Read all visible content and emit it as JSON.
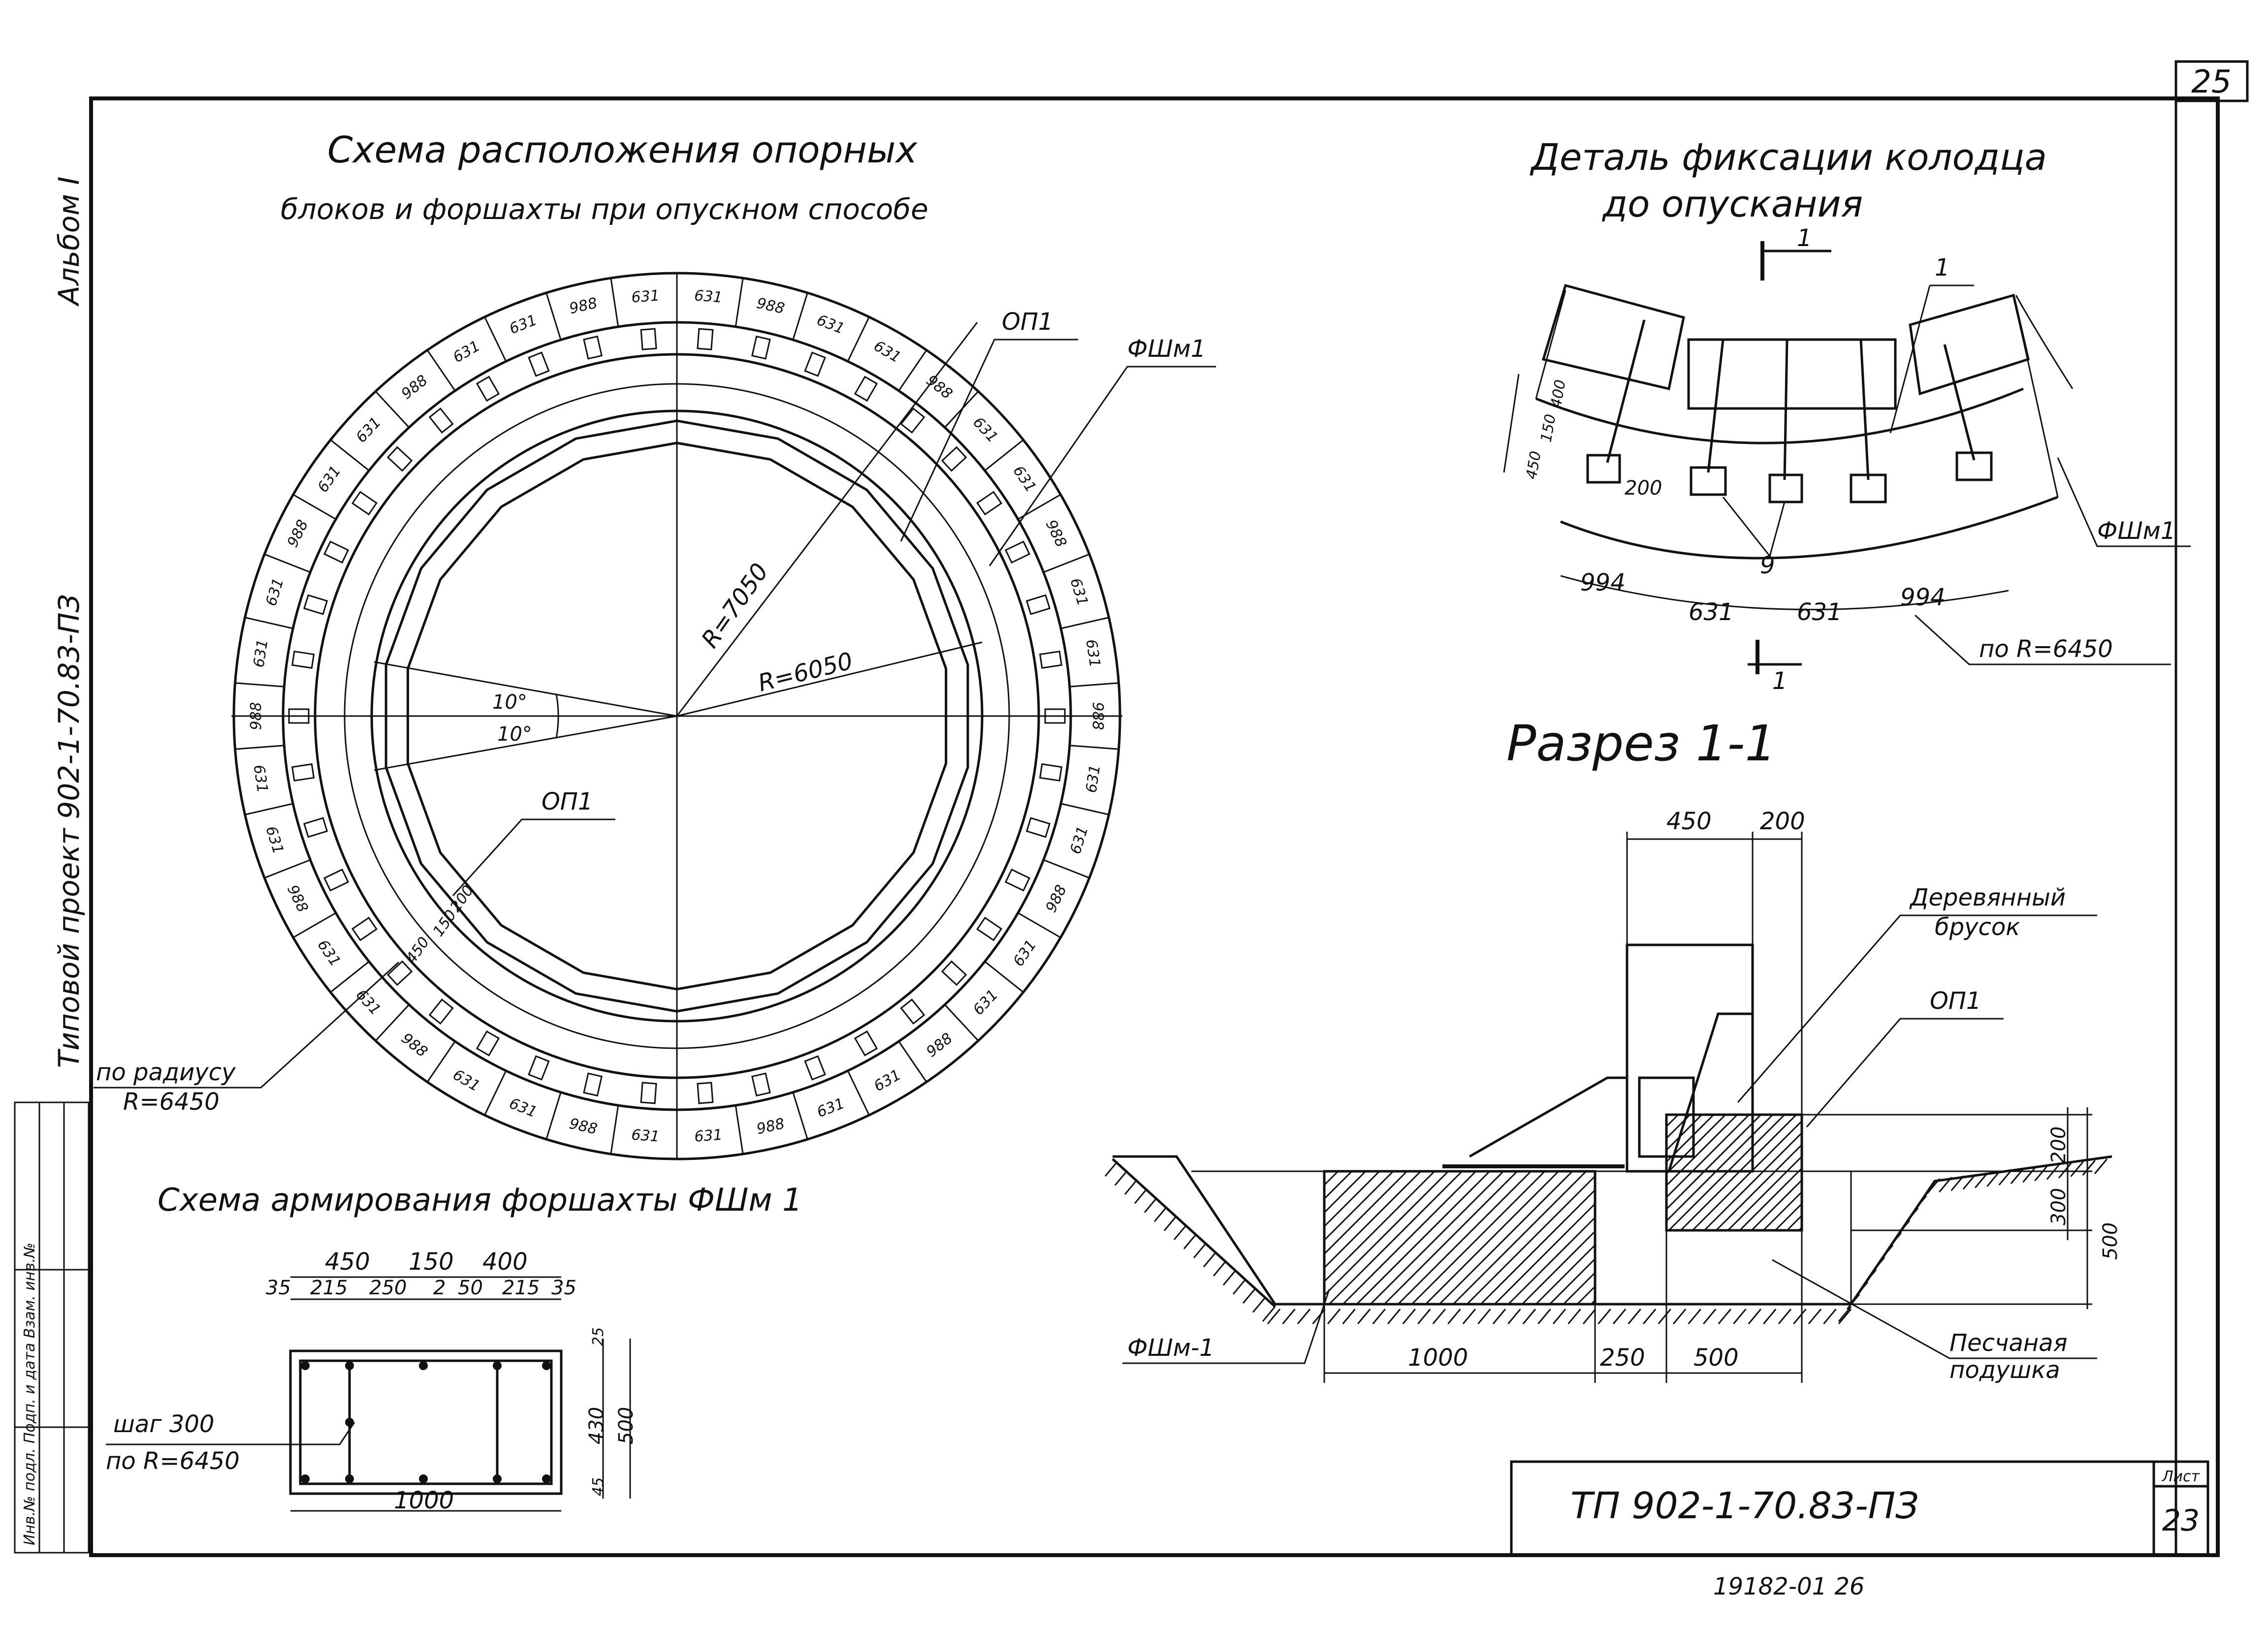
{
  "sheet_number_top": "25",
  "album_label": "Альбом I",
  "project_label": "Типовой проект 902-1-70.83-ПЗ",
  "plan_title_line1": "Схема расположения опорных",
  "plan_title_line2": "блоков и форшахты при опускном способе",
  "plan_labels": {
    "op1_top": "ОП1",
    "fshm1": "ФШм1",
    "r_outer": "R=7050",
    "r_inner": "R=6050",
    "angle_a": "10°",
    "angle_b": "10°",
    "op1_mid": "ОП1",
    "dim_200": "200",
    "dim_150": "150",
    "dim_450": "450",
    "by_radius": "по радиусу",
    "r_6450": "R=6450"
  },
  "ring_spacing_labels": [
    "631",
    "988",
    "631",
    "631",
    "988",
    "631",
    "631",
    "988",
    "631",
    "631",
    "988",
    "631",
    "631",
    "988",
    "631",
    "631",
    "988",
    "631",
    "631",
    "988",
    "631",
    "631",
    "988",
    "631",
    "631",
    "988",
    "631",
    "631",
    "988",
    "631",
    "631",
    "988",
    "631",
    "631",
    "988",
    "631",
    "631",
    "988",
    "631",
    "631",
    "988",
    "631"
  ],
  "detail_title_line1": "Деталь фиксации колодца",
  "detail_title_line2": "до опускания",
  "detail_labels": {
    "mark_1_top": "1",
    "mark_1_bottom": "1",
    "pos_1": "1",
    "pos_9": "9",
    "dim_450": "450",
    "dim_150": "150",
    "dim_400": "400",
    "dim_200": "200",
    "fshm1": "ФШм1",
    "by_radius": "по R=6450"
  },
  "detail_dims": [
    "994",
    "631",
    "631",
    "994"
  ],
  "section_title": "Разрез 1-1",
  "section_labels": {
    "dim_450": "450",
    "dim_200": "200",
    "timber_line1": "Деревянный",
    "timber_line2": "брусок",
    "op1": "ОП1",
    "dim_r200a": "200",
    "dim_r300": "300",
    "dim_r500": "500",
    "fsh1": "ФШм-1",
    "dim_1000": "1000",
    "dim_250": "250",
    "dim_500": "500",
    "sand_line1": "Песчаная",
    "sand_line2": "подушка"
  },
  "reinf_title": "Схема армирования форшахты ФШм 1",
  "reinf_labels": {
    "top_450": "450",
    "top_150": "150",
    "top_400": "400",
    "d35a": "35",
    "d215a": "215",
    "d250": "250",
    "d2": "2",
    "d50": "50",
    "d215b": "215",
    "d35b": "35",
    "v25": "25",
    "v430": "430",
    "v45": "45",
    "v500": "500",
    "bottom_1000": "1000",
    "step_line1": "шаг 300",
    "step_line2": "по R=6450"
  },
  "stamp": {
    "code": "ТП 902-1-70.83-ПЗ",
    "sheet_label": "Лист",
    "sheet_number": "23"
  },
  "footer_number": "19182-01  26",
  "side_stamp_text": "Инв.№ подл. Подп. и дата Взам. инв.№"
}
